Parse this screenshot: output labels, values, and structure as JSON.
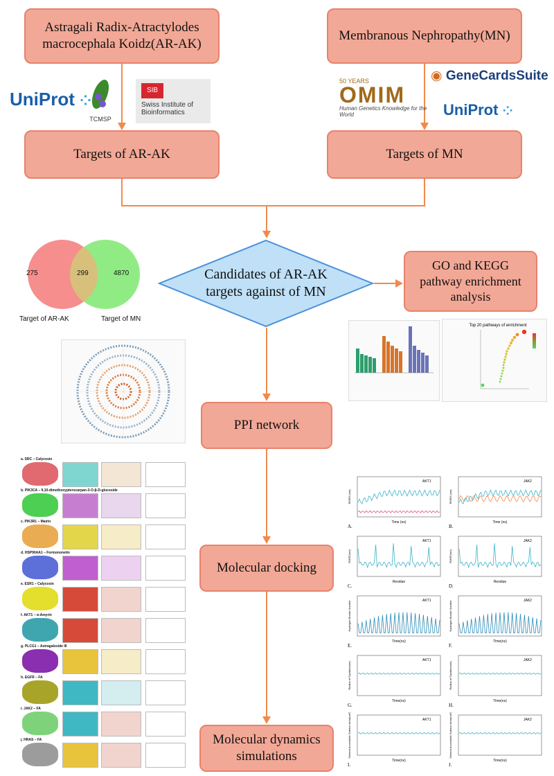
{
  "boxes": {
    "ar_ak": "Astragali Radix-Atractylodes macrocephala Koidz(AR-AK)",
    "mn": "Membranous Nephropathy(MN)",
    "targets_arak": "Targets of AR-AK",
    "targets_mn": "Targets of MN",
    "candidates": "Candidates of AR-AK targets against of MN",
    "go_kegg": "GO and KEGG pathway enrichment analysis",
    "ppi": "PPI network",
    "docking": "Molecular docking",
    "md": "Molecular dynamics simulations"
  },
  "logos": {
    "uniprot": "UniProt",
    "tcmsp": "TCMSP",
    "sib_abbr": "SIB",
    "sib_name": "Swiss Institute of Bioinformatics",
    "omim_years": "50 YEARS",
    "omim_name": "OMIM",
    "omim_tag": "Human Genetics Knowledge for the World",
    "genecards": "GeneCardsSuite",
    "uniprot2": "UniProt"
  },
  "venn": {
    "left_only": "275",
    "overlap": "299",
    "right_only": "4870",
    "left_label": "Target of AR-AK",
    "right_label": "Target of MN",
    "left_color": "#f47a7a",
    "right_color": "#7ee86e"
  },
  "kegg_title": "Top 20 pathways of enrichment",
  "docking_panels": [
    "a. SRC – Calycosin",
    "b. PIK3CA – 9,10-dimethoxypterocarpan-3-O-β-D-glucoside",
    "c. PIK3R1 – Mairin",
    "d. HSP90AA1 – Formononetin",
    "e. ESR1 – Calycosin",
    "f. AKT1 – α-Amyrin",
    "g. PLCG1 – Astragaloside III",
    "h. EGFR – FA",
    "i. JAK2 – FA",
    "j. HRAS – FA"
  ],
  "md_panels": [
    {
      "letter": "A",
      "legend": "AKT1",
      "xlabel": "Time (ns)",
      "ylabel": "RMSD (nm)"
    },
    {
      "letter": "B",
      "legend": "JAK2",
      "xlabel": "Time (ns)",
      "ylabel": "RMSD (nm)"
    },
    {
      "letter": "C",
      "legend": "AKT1",
      "xlabel": "Residue",
      "ylabel": "RMSF(nm)"
    },
    {
      "letter": "D",
      "legend": "JAK2",
      "xlabel": "Residue",
      "ylabel": "RMSF(nm)"
    },
    {
      "letter": "E",
      "legend": "AKT1",
      "xlabel": "Time(ns)",
      "ylabel": "Hydrogen Bonds Number"
    },
    {
      "letter": "F",
      "legend": "JAK2",
      "xlabel": "Time(ns)",
      "ylabel": "Hydrogen Bonds Number"
    },
    {
      "letter": "G",
      "legend": "AKT1",
      "xlabel": "Time(ns)",
      "ylabel": "Radius of Gyration(nm)"
    },
    {
      "letter": "H",
      "legend": "JAK2",
      "xlabel": "Time(ns)",
      "ylabel": "Radius of Gyration(nm)"
    },
    {
      "letter": "I",
      "legend": "AKT1",
      "xlabel": "Time(ns)",
      "ylabel": "Solvent Accessible Surface Area(nm²)"
    },
    {
      "letter": "J",
      "legend": "JAK2",
      "xlabel": "Time(ns)",
      "ylabel": "Solvent Accessible Surface Area(nm²)"
    }
  ]
}
